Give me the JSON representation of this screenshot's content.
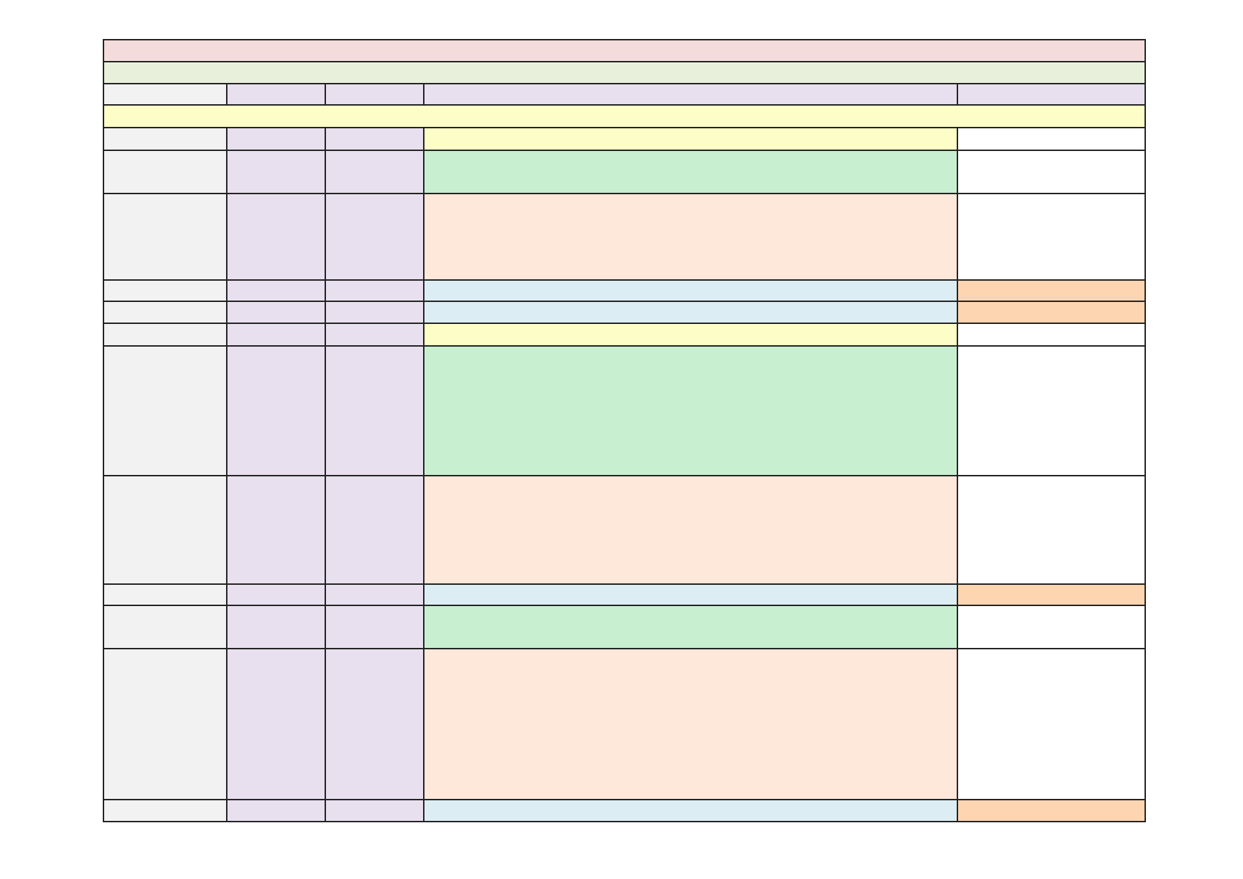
{
  "document": {
    "title": "",
    "subtitle": "",
    "header": [
      "",
      "",
      "",
      "",
      ""
    ],
    "section": "",
    "colors": {
      "title_band": "#f4dcdc",
      "subtitle_band": "#e8f0dc",
      "section_band": "#fdfdc8",
      "label_column": "#f2f2f2",
      "meta_columns": "#e8e0ee",
      "yellow": "#fdfdc8",
      "green": "#c8f0d0",
      "peach": "#fde8da",
      "blue": "#dceef4",
      "orange": "#fdd5b1",
      "border": "#222222"
    },
    "rows": [
      {
        "label": "",
        "col2": "",
        "col3": "",
        "content": "",
        "content_color": "yellow",
        "note": "",
        "note_color": "white"
      },
      {
        "label": "",
        "col2": "",
        "col3": "",
        "content": "",
        "content_color": "green",
        "note": "",
        "note_color": "white"
      },
      {
        "label": "",
        "col2": "",
        "col3": "",
        "content": "",
        "content_color": "peach",
        "note": "",
        "note_color": "white"
      },
      {
        "label": "",
        "col2": "",
        "col3": "",
        "content": "",
        "content_color": "blue",
        "note": "",
        "note_color": "orange"
      },
      {
        "label": "",
        "col2": "",
        "col3": "",
        "content": "",
        "content_color": "blue",
        "note": "",
        "note_color": "orange"
      },
      {
        "label": "",
        "col2": "",
        "col3": "",
        "content": "",
        "content_color": "yellow",
        "note": "",
        "note_color": "white"
      },
      {
        "label": "",
        "col2": "",
        "col3": "",
        "content": "",
        "content_color": "green",
        "note": "",
        "note_color": "white"
      },
      {
        "label": "",
        "col2": "",
        "col3": "",
        "content": "",
        "content_color": "peach",
        "note": "",
        "note_color": "white"
      },
      {
        "label": "",
        "col2": "",
        "col3": "",
        "content": "",
        "content_color": "blue",
        "note": "",
        "note_color": "orange"
      },
      {
        "label": "",
        "col2": "",
        "col3": "",
        "content": "",
        "content_color": "green",
        "note": "",
        "note_color": "white"
      },
      {
        "label": "",
        "col2": "",
        "col3": "",
        "content": "",
        "content_color": "peach",
        "note": "",
        "note_color": "white"
      },
      {
        "label": "",
        "col2": "",
        "col3": "",
        "content": "",
        "content_color": "blue",
        "note": "",
        "note_color": "orange"
      }
    ]
  }
}
